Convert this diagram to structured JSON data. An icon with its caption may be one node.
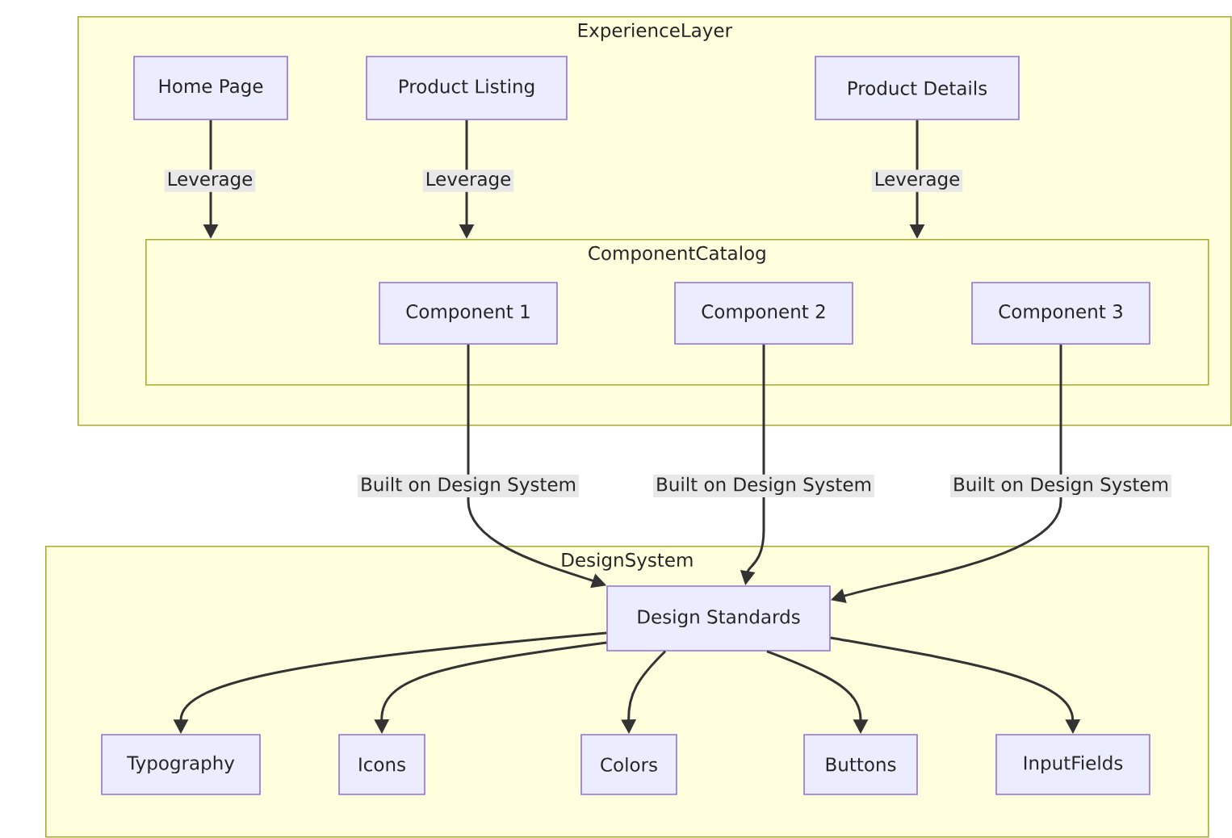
{
  "diagram": {
    "nodes": [
      {
        "text": [
          "ExperienceLayer"
        ]
      },
      {
        "text": [
          "Home Page"
        ],
        "in": 0
      },
      {
        "text": [
          "Product Listing"
        ],
        "in": 0
      },
      {
        "text": [
          "Product Details"
        ],
        "in": 0
      },
      {
        "text": [
          "ComponentCatalog"
        ],
        "in": 0
      },
      {
        "text": [
          "Component 1"
        ],
        "in": 4
      },
      {
        "text": [
          "Component 2"
        ],
        "in": 4
      },
      {
        "text": [
          "Component 3"
        ],
        "in": 4
      },
      {
        "text": [
          "DesignSystem"
        ]
      },
      {
        "text": [
          "Design Standards"
        ],
        "in": 8
      },
      {
        "text": [
          "Typography"
        ],
        "in": 8
      },
      {
        "text": [
          "Icons"
        ],
        "in": 8
      },
      {
        "text": [
          "Colors"
        ],
        "in": 8
      },
      {
        "text": [
          "Buttons"
        ],
        "in": 8
      },
      {
        "text": [
          "InputFields"
        ],
        "in": 8
      }
    ],
    "edges": [
      {
        "from": 1,
        "to": 4,
        "arrow": "to",
        "label": "Leverage"
      },
      {
        "from": 2,
        "to": 4,
        "arrow": "to",
        "label": "Leverage"
      },
      {
        "from": 3,
        "to": 4,
        "arrow": "to",
        "label": "Leverage"
      },
      {
        "from": 5,
        "to": 9,
        "arrow": "to",
        "label": "Built on Design System"
      },
      {
        "from": 6,
        "to": 9,
        "arrow": "to",
        "label": "Built on Design System"
      },
      {
        "from": 7,
        "to": 9,
        "arrow": "to",
        "label": "Built on Design System"
      },
      {
        "from": 9,
        "to": 10,
        "arrow": "to"
      },
      {
        "from": 9,
        "to": 11,
        "arrow": "to"
      },
      {
        "from": 9,
        "to": 12,
        "arrow": "to"
      },
      {
        "from": 9,
        "to": 13,
        "arrow": "to"
      },
      {
        "from": 9,
        "to": 14,
        "arrow": "to"
      }
    ]
  }
}
